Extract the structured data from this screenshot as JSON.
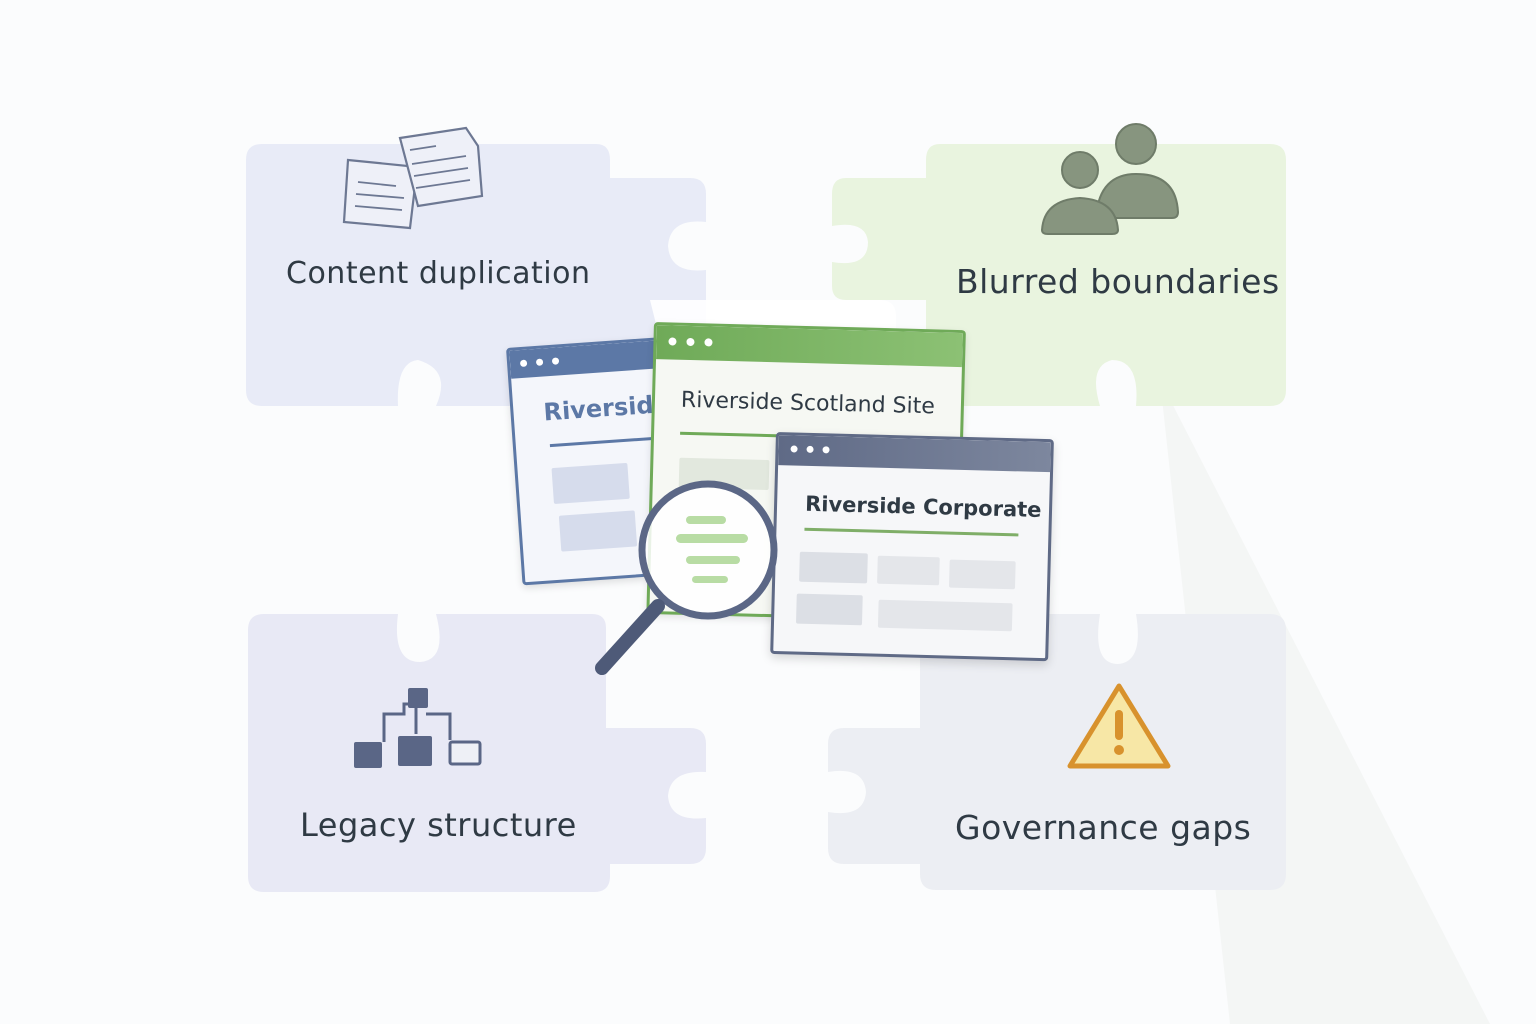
{
  "pieces": {
    "top_left": {
      "label": "Content duplication",
      "icon": "documents-icon",
      "color": "#e8ebf7"
    },
    "top_right": {
      "label": "Blurred boundaries",
      "icon": "users-icon",
      "color": "#e9f4df"
    },
    "bottom_left": {
      "label": "Legacy structure",
      "icon": "hierarchy-icon",
      "color": "#e8e9f5"
    },
    "bottom_right": {
      "label": "Governance gaps",
      "icon": "warning-icon",
      "color": "#eceef3"
    }
  },
  "windows": {
    "back": {
      "title": "Riverside",
      "color": "#5c78a6"
    },
    "middle": {
      "title": "Riverside Scotland Site",
      "color": "#6faa58"
    },
    "front": {
      "title": "Riverside Corporate",
      "color": "#5f6a86"
    }
  },
  "icons": {
    "magnifier": "magnifier-icon"
  }
}
